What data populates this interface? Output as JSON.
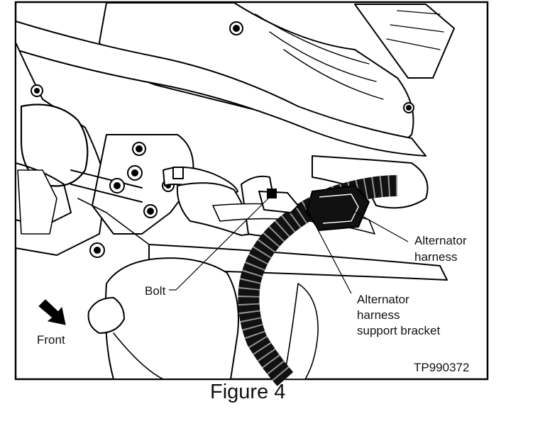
{
  "labels": {
    "bolt": "Bolt",
    "front": "Front",
    "alternator_harness_line1": "Alternator",
    "alternator_harness_line2": "harness",
    "bracket_line1": "Alternator",
    "bracket_line2": "harness",
    "bracket_line3": "support bracket",
    "figure_code": "TP990372"
  },
  "caption": "Figure 4"
}
